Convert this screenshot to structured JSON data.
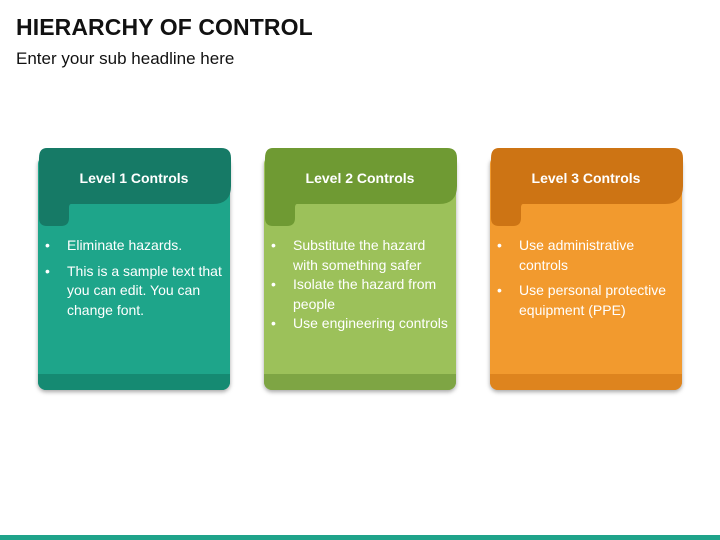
{
  "title": "HIERARCHY OF CONTROL",
  "subtitle": "Enter your sub headline here",
  "cards": [
    {
      "title": "Level 1 Controls",
      "colors": {
        "head": "#167a66",
        "body": "#1ea58a",
        "foot": "#158a72"
      },
      "bullets": [
        "Eliminate hazards.",
        "This is a sample text that you can edit. You can change font."
      ]
    },
    {
      "title": "Level 2 Controls",
      "colors": {
        "head": "#6f9a33",
        "body": "#9cc15a",
        "foot": "#7ea544"
      },
      "bullets": [
        "Substitute the hazard with something safer",
        "Isolate the hazard from people",
        "Use engineering controls"
      ]
    },
    {
      "title": "Level 3 Controls",
      "colors": {
        "head": "#cd7414",
        "body": "#f29a2e",
        "foot": "#de841e"
      },
      "bullets": [
        "Use administrative controls",
        "Use personal protective equipment (PPE)"
      ]
    }
  ],
  "accent_color": "#1fa38a"
}
